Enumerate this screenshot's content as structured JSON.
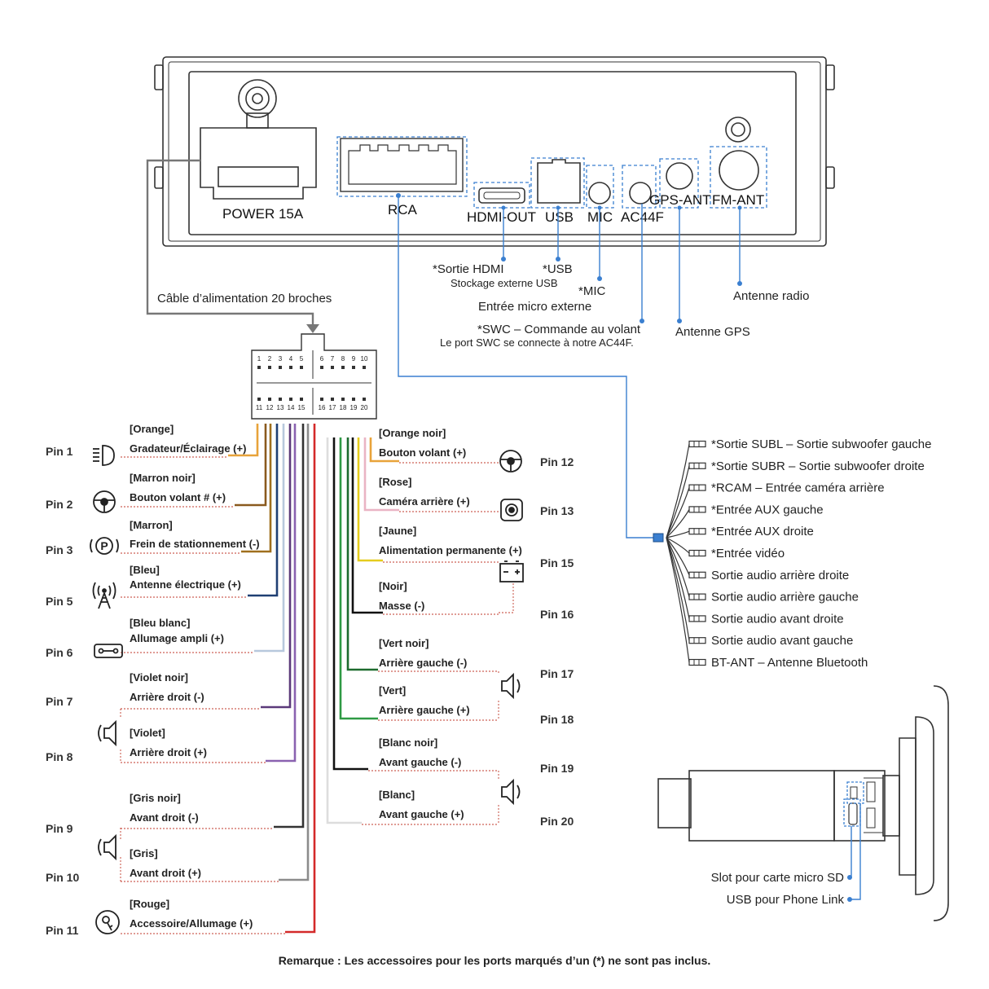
{
  "unit": {
    "ports": {
      "power": "POWER 15A",
      "rca": "RCA",
      "hdmi": "HDMI-OUT",
      "usb": "USB",
      "mic": "MIC",
      "ac44f": "AC44F",
      "gps": "GPS-ANT",
      "fm": "FM-ANT"
    }
  },
  "callouts": {
    "hdmi": "*Sortie HDMI",
    "usb": "*USB",
    "usb_sub": "Stockage externe USB",
    "mic": "*MIC",
    "mic_sub": "Entrée micro externe",
    "swc": "*SWC – Commande au volant",
    "swc_sub": "Le port SWC se connecte à notre AC44F.",
    "gps": "Antenne GPS",
    "radio": "Antenne radio",
    "power_cable": "Câble d’alimentation 20 broches"
  },
  "connector": {
    "top_left": [
      "1",
      "2",
      "3",
      "4",
      "5"
    ],
    "top_right": [
      "6",
      "7",
      "8",
      "9",
      "10"
    ],
    "bottom_left": [
      "11",
      "12",
      "13",
      "14",
      "15"
    ],
    "bottom_right": [
      "16",
      "17",
      "18",
      "19",
      "20"
    ]
  },
  "pins_left": [
    {
      "pin": "Pin 1",
      "color_name": "[Orange]",
      "function": "Gradateur/Éclairage (+)",
      "wire": "#e8a33a",
      "icon": "headlight-icon"
    },
    {
      "pin": "Pin 2",
      "color_name": "[Marron noir]",
      "function": "Bouton volant # (+)",
      "wire": "#8a5a1e",
      "icon": "steering-wheel-icon"
    },
    {
      "pin": "Pin 3",
      "color_name": "[Marron]",
      "function": "Frein de stationnement (-)",
      "wire": "#a0701e",
      "icon": "parking-brake-icon"
    },
    {
      "pin": "Pin 5",
      "color_name": "[Bleu]",
      "function": "Antenne électrique (+)",
      "wire": "#1f3f73",
      "icon": "antenna-icon"
    },
    {
      "pin": "Pin 6",
      "color_name": "[Bleu blanc]",
      "function": "Allumage ampli (+)",
      "wire": "#b7c8dd",
      "icon": "amplifier-icon"
    },
    {
      "pin": "Pin 7",
      "color_name": "[Violet noir]",
      "function": "Arrière droit (-)",
      "wire": "#5b3a7a",
      "icon": "speaker-icon"
    },
    {
      "pin": "Pin 8",
      "color_name": "[Violet]",
      "function": "Arrière droit (+)",
      "wire": "#8a62b0",
      "icon": "speaker-icon"
    },
    {
      "pin": "Pin 9",
      "color_name": "[Gris noir]",
      "function": "Avant droit (-)",
      "wire": "#333333",
      "icon": "speaker-icon"
    },
    {
      "pin": "Pin 10",
      "color_name": "[Gris]",
      "function": "Avant droit (+)",
      "wire": "#8c8c8c",
      "icon": "speaker-icon"
    },
    {
      "pin": "Pin 11",
      "color_name": "[Rouge]",
      "function": "Accessoire/Allumage (+)",
      "wire": "#d42a2a",
      "icon": "ignition-key-icon"
    }
  ],
  "pins_right": [
    {
      "pin": "Pin 12",
      "color_name": "[Orange noir]",
      "function": "Bouton volant (+)",
      "wire": "#e8a33a",
      "icon": "steering-wheel-icon"
    },
    {
      "pin": "Pin 13",
      "color_name": "[Rose]",
      "function": "Caméra arrière (+)",
      "wire": "#eab4c4",
      "icon": "camera-icon"
    },
    {
      "pin": "Pin 15",
      "color_name": "[Jaune]",
      "function": "Alimentation permanente (+)",
      "wire": "#e5cc1e",
      "icon": "battery-icon"
    },
    {
      "pin": "Pin 16",
      "color_name": "[Noir]",
      "function": "Masse (-)",
      "wire": "#111111",
      "icon": "battery-icon"
    },
    {
      "pin": "Pin 17",
      "color_name": "[Vert noir]",
      "function": "Arrière gauche (-)",
      "wire": "#1d6b2e",
      "icon": "speaker-icon"
    },
    {
      "pin": "Pin 18",
      "color_name": "[Vert]",
      "function": "Arrière gauche (+)",
      "wire": "#2f9a44",
      "icon": "speaker-icon"
    },
    {
      "pin": "Pin 19",
      "color_name": "[Blanc noir]",
      "function": "Avant gauche (-)",
      "wire": "#111111",
      "icon": "speaker-icon"
    },
    {
      "pin": "Pin 20",
      "color_name": "[Blanc]",
      "function": "Avant gauche (+)",
      "wire": "#dddddd",
      "icon": "speaker-icon"
    }
  ],
  "rca_outputs": [
    "*Sortie SUBL – Sortie subwoofer gauche",
    "*Sortie SUBR – Sortie subwoofer droite",
    "*RCAM – Entrée caméra arrière",
    "*Entrée AUX gauche",
    "*Entrée AUX droite",
    "*Entrée vidéo",
    "Sortie audio arrière droite",
    "Sortie audio arrière gauche",
    "Sortie audio avant droite",
    "Sortie audio avant gauche",
    "BT-ANT – Antenne Bluetooth"
  ],
  "side_view": {
    "sd_slot": "Slot pour carte micro SD",
    "usb_phone": "USB pour Phone Link"
  },
  "note": "Remarque : Les accessoires pour les ports marqués d’un (*) ne sont pas inclus.",
  "colors": {
    "callout_line": "#3a7fd0",
    "outline": "#333333",
    "dashed_red": "#c0392b"
  }
}
